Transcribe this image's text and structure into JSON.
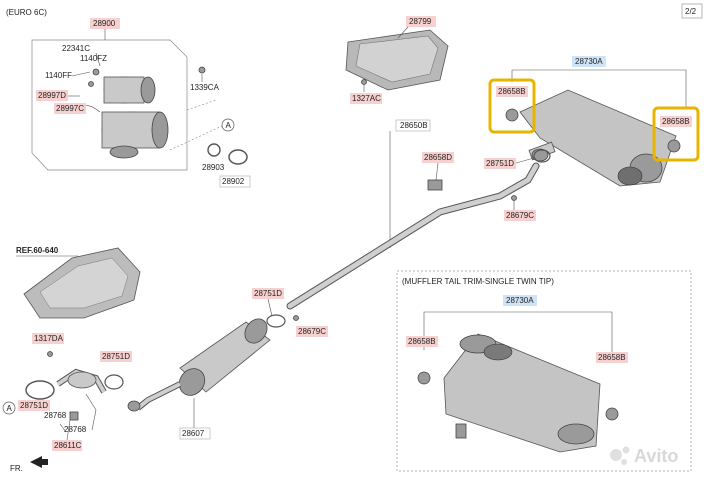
{
  "header": {
    "variant": "(EURO 6C)",
    "page": "2/2"
  },
  "footer": {
    "front_marker": "FR.",
    "watermark": "Avito"
  },
  "parts": {
    "p28900": "28900",
    "p22341C": "22341C",
    "p1140FZ": "1140FZ",
    "p1140FF": "1140FF",
    "p28997D": "28997D",
    "p28997C": "28997C",
    "p1339CA": "1339CA",
    "pA1": "A",
    "p28903": "28903",
    "p28902": "28902",
    "p28799": "28799",
    "p1327AC": "1327AC",
    "p28730A": "28730A",
    "p28658B_1": "28658B",
    "p28658B_2": "28658B",
    "p28650B": "28650B",
    "p28658D": "28658D",
    "p28751D_1": "28751D",
    "p28679C_1": "28679C",
    "ref": "REF.60-640",
    "p1317DA": "1317DA",
    "p28751D_2": "28751D",
    "p28751D_3": "28751D",
    "p28679C_2": "28679C",
    "pA2": "A",
    "p28751D_4": "28751D",
    "p28768_1": "28768",
    "p28768_2": "28768",
    "p28611C": "28611C",
    "p28607": "28607"
  },
  "inset": {
    "title": "(MUFFLER TAIL TRIM-SINGLE TWIN TIP)",
    "p28730A": "28730A",
    "p28658B_1": "28658B",
    "p28658B_2": "28658B"
  },
  "colors": {
    "highlight": "#e8b400",
    "label_red": "#f7d1cf",
    "label_blue": "#cfe3f7"
  }
}
